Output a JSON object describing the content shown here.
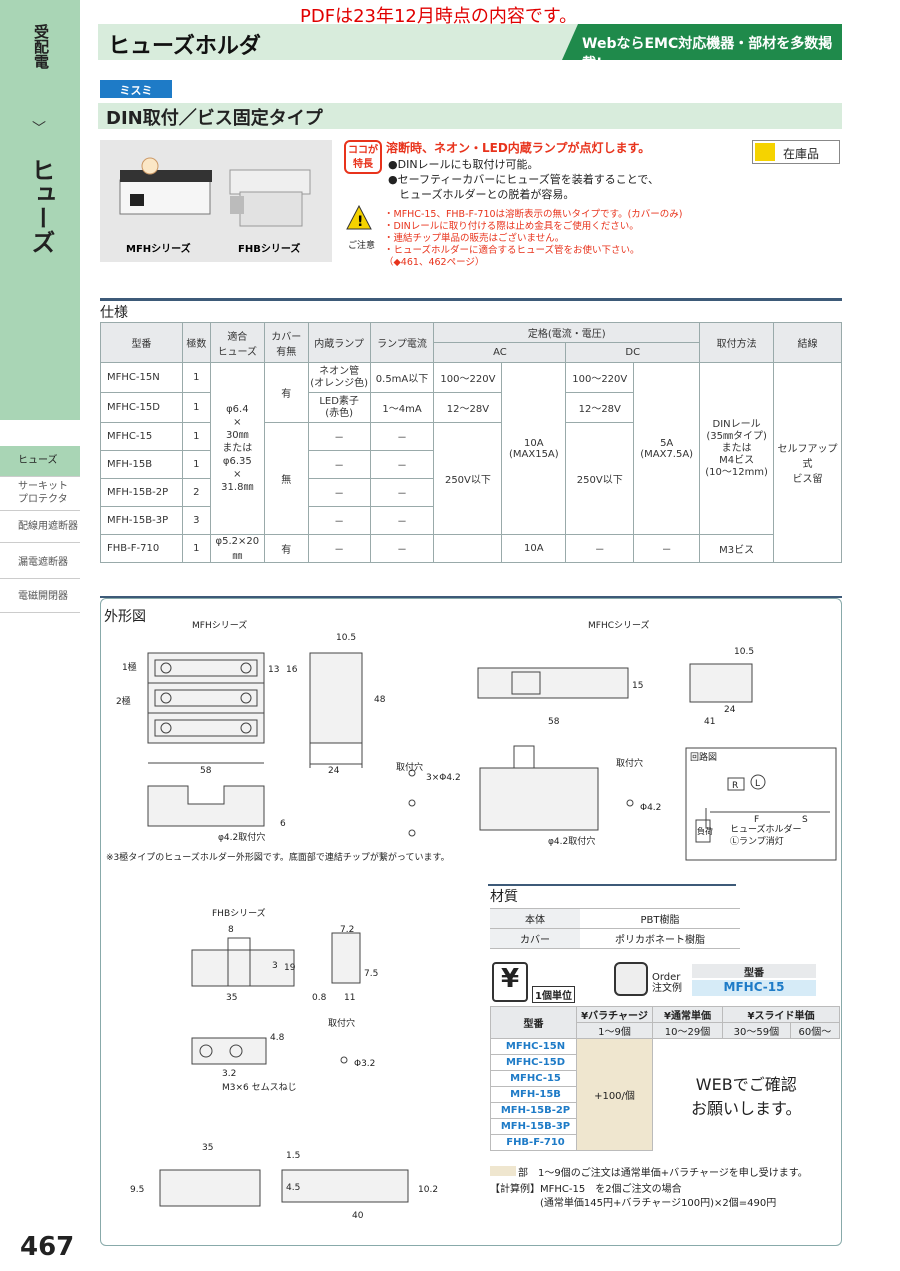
{
  "pdf_note": "PDFは23年12月時点の内容です。",
  "sidebar": {
    "category": "受配電",
    "chevron": "﹀",
    "main": "ヒューズ",
    "nav": [
      {
        "label": "ヒューズ"
      },
      {
        "label": "サーキット\nプロテクタ"
      },
      {
        "label": "配線用遮断器"
      },
      {
        "label": "漏電遮断器"
      },
      {
        "label": "電磁開閉器"
      }
    ]
  },
  "header": {
    "title": "ヒューズホルダ",
    "web_banner": "WebならEMC対応機器・部材を多数掲載!"
  },
  "brand": "ミスミ",
  "subtitle": "DIN取付／ビス固定タイプ",
  "photo_labels": [
    "MFHシリーズ",
    "FHBシリーズ"
  ],
  "feature": {
    "badge": "ココが\n特長",
    "headline": "溶断時、ネオン・LED内蔵ランプが点灯します。",
    "bullets": [
      "●DINレールにも取付け可能。",
      "●セーフティーカバーにヒューズ管を装着することで、",
      "　ヒューズホルダーとの脱着が容易。"
    ]
  },
  "caution": {
    "label": "ご注意",
    "lines": [
      "・MFHC-15、FHB-F-710は溶断表示の無いタイプです。(カバーのみ)",
      "・DINレールに取り付ける際は止め金具をご使用ください。",
      "・連結チップ単品の販売はございません。",
      "・ヒューズホルダーに適合するヒューズ管をお使い下さい。",
      "（◆461、462ページ）"
    ]
  },
  "stock": "在庫品",
  "spec": {
    "section": "仕様",
    "headers": {
      "model": "型番",
      "poles": "極数",
      "fuse": "適合\nヒューズ",
      "cover": "カバー\n有無",
      "lamp": "内蔵ランプ",
      "lamp_current": "ランプ電流",
      "rating": "定格(電流・電圧)",
      "ac": "AC",
      "dc": "DC",
      "mount": "取付方法",
      "conn": "結線"
    },
    "rows": [
      {
        "model": "MFHC-15N",
        "poles": "1",
        "lamp": "ネオン管\n(オレンジ色)",
        "lc": "0.5mA以下",
        "acv": "100～220V",
        "dcv": "100～220V"
      },
      {
        "model": "MFHC-15D",
        "poles": "1",
        "lamp": "LED素子\n(赤色)",
        "lc": "1～4mA",
        "acv": "12～28V",
        "dcv": "12～28V"
      },
      {
        "model": "MFHC-15",
        "poles": "1",
        "lamp": "－",
        "lc": "－"
      },
      {
        "model": "MFH-15B",
        "poles": "1",
        "lamp": "－",
        "lc": "－"
      },
      {
        "model": "MFH-15B-2P",
        "poles": "2",
        "lamp": "－",
        "lc": "－"
      },
      {
        "model": "MFH-15B-3P",
        "poles": "3",
        "lamp": "－",
        "lc": "－"
      },
      {
        "model": "FHB-F-710",
        "poles": "1",
        "fuse": "φ5.2×20㎜",
        "cover": "有",
        "lamp": "－",
        "lc": "－",
        "aca": "10A",
        "dca": "－",
        "dcv": "－",
        "mount": "M3ビス"
      }
    ],
    "fuse_main": "φ6.4\n×\n30㎜\nまたは\nφ6.35\n×\n31.8㎜",
    "cover_yes": "有",
    "cover_no": "無",
    "ac_current": "10A\n(MAX15A)",
    "ac_250": "250V以下",
    "dc_current": "5A\n(MAX7.5A)",
    "dc_250": "250V以下",
    "mount_main": "DINレール\n(35㎜タイプ)\nまたは\nM4ビス\n(10～12mm)",
    "conn_main": "セルフアップ式\nビス留"
  },
  "dim": {
    "section": "外形図",
    "mfh_series": "MFHシリーズ",
    "mfhc_series": "MFHCシリーズ",
    "fhb_series": "FHBシリーズ",
    "note": "※3極タイプのヒューズホルダー外形図です。底面部で連結チップが繋がっています。",
    "labels": {
      "pole1": "1極",
      "pole2": "2極",
      "d58": "58",
      "d24": "24",
      "d10_5": "10.5",
      "d48": "48",
      "d13": "13",
      "d16": "16",
      "d6": "6",
      "hole": "取付穴",
      "hole42": "φ4.2取付穴",
      "three42": "3×Φ4.2",
      "phi42": "Φ4.2",
      "d15": "15",
      "d41": "41",
      "circuit": "回路図",
      "circ_r": "R",
      "circ_l": "L",
      "circ_f": "F",
      "circ_s": "S",
      "load": "負荷",
      "holder": "ヒューズホルダー",
      "lamp_off": "Ⓛランプ消灯",
      "d8": "8",
      "d3": "3",
      "d19": "19",
      "d35": "35",
      "d7_2": "7.2",
      "d7_5": "7.5",
      "d0_8": "0.8",
      "d11": "11",
      "d4_8": "4.8",
      "d3_2": "3.2",
      "phi32": "Φ3.2",
      "m3": "M3×6\nセムスねじ",
      "d1_5": "1.5",
      "d4_5": "4.5",
      "d9_5": "9.5",
      "d10_2": "10.2",
      "d40": "40"
    }
  },
  "material": {
    "section": "材質",
    "rows": [
      {
        "part": "本体",
        "mat": "PBT樹脂"
      },
      {
        "part": "カバー",
        "mat": "ポリカボネート樹脂"
      }
    ]
  },
  "order": {
    "unit": "1個単位",
    "order_label": "Order\n注文例",
    "model_hdr": "型番",
    "model_val": "MFHC-15"
  },
  "price": {
    "col_model": "型番",
    "col_vara": "¥バラチャージ",
    "col_normal": "¥通常単価",
    "col_slide": "¥スライド単価",
    "q1": "1～9個",
    "q2": "10～29個",
    "q3": "30～59個",
    "q4": "60個～",
    "models": [
      "MFHC-15N",
      "MFHC-15D",
      "MFHC-15",
      "MFH-15B",
      "MFH-15B-2P",
      "MFH-15B-3P",
      "FHB-F-710"
    ],
    "charge": "+100/個",
    "web": "WEBでご確認\nお願いします。"
  },
  "notes": {
    "legend": "部　1～9個のご注文は通常単価+バラチャージを申し受けます。",
    "calc_label": "【計算例】",
    "calc1": "MFHC-15　を2個ご注文の場合",
    "calc2": "(通常単価145円+バラチャージ100円)×2個=490円"
  },
  "page_number": "467",
  "colors": {
    "accent_green": "#1f8a4b",
    "light_green": "#d8ecdc",
    "blue": "#1e7bc7",
    "red": "#e8331c"
  }
}
